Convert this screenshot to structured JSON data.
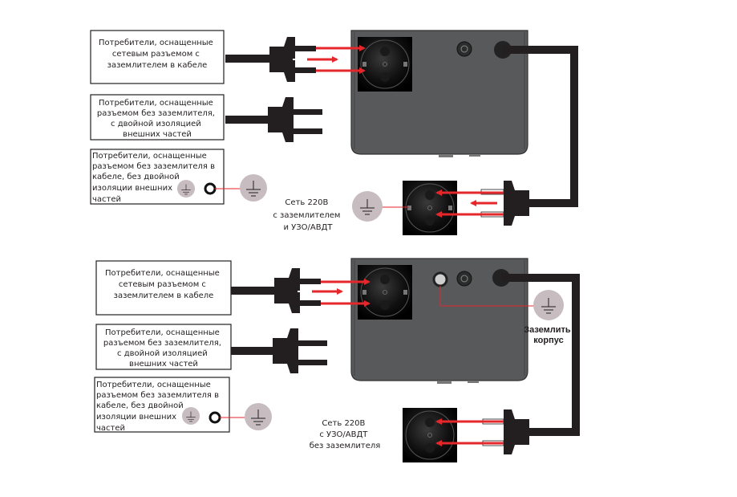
{
  "colors": {
    "device_body": "#58595b",
    "socket_bg": "#0a0a0a",
    "cable": "#231f20",
    "arrow": "#e5262b",
    "ground_circle": "#c7bcbf",
    "text": "#231f20"
  },
  "top_scheme": {
    "consumers": [
      {
        "lines": [
          "Потребители, оснащенные",
          "сетевым разъемом с",
          "заземлителем в кабеле"
        ]
      },
      {
        "lines": [
          "Потребители, оснащенные",
          "разъемом без заземлителя,",
          "с двойной изоляцией",
          "внешних частей"
        ]
      },
      {
        "lines": [
          "Потребители, оснащенные",
          "разъемом без заземлителя в",
          "кабеле, без двойной",
          " изоляции внешних",
          "частей"
        ]
      }
    ],
    "network_label": [
      "Сеть 220В",
      "с заземлителем",
      "и УЗО/АВДТ"
    ],
    "ground_symbol": "ground-icon"
  },
  "bottom_scheme": {
    "consumers": [
      {
        "lines": [
          "Потребители, оснащенные",
          "сетевым разъемом с",
          "заземлителем в кабеле"
        ]
      },
      {
        "lines": [
          "Потребители, оснащенные",
          "разъемом без заземлителя,",
          "с двойной изоляцией",
          "внешних частей"
        ]
      },
      {
        "lines": [
          "Потребители, оснащенные",
          "разъемом без заземлителя в",
          "кабеле, без двойной",
          " изоляции внешних",
          "частей"
        ]
      }
    ],
    "network_label": [
      "Сеть 220В",
      "с УЗО/АВДТ",
      "без заземлителя"
    ],
    "ground_case_label": [
      "Заземлить",
      "корпус"
    ],
    "ground_symbol": "ground-icon"
  }
}
